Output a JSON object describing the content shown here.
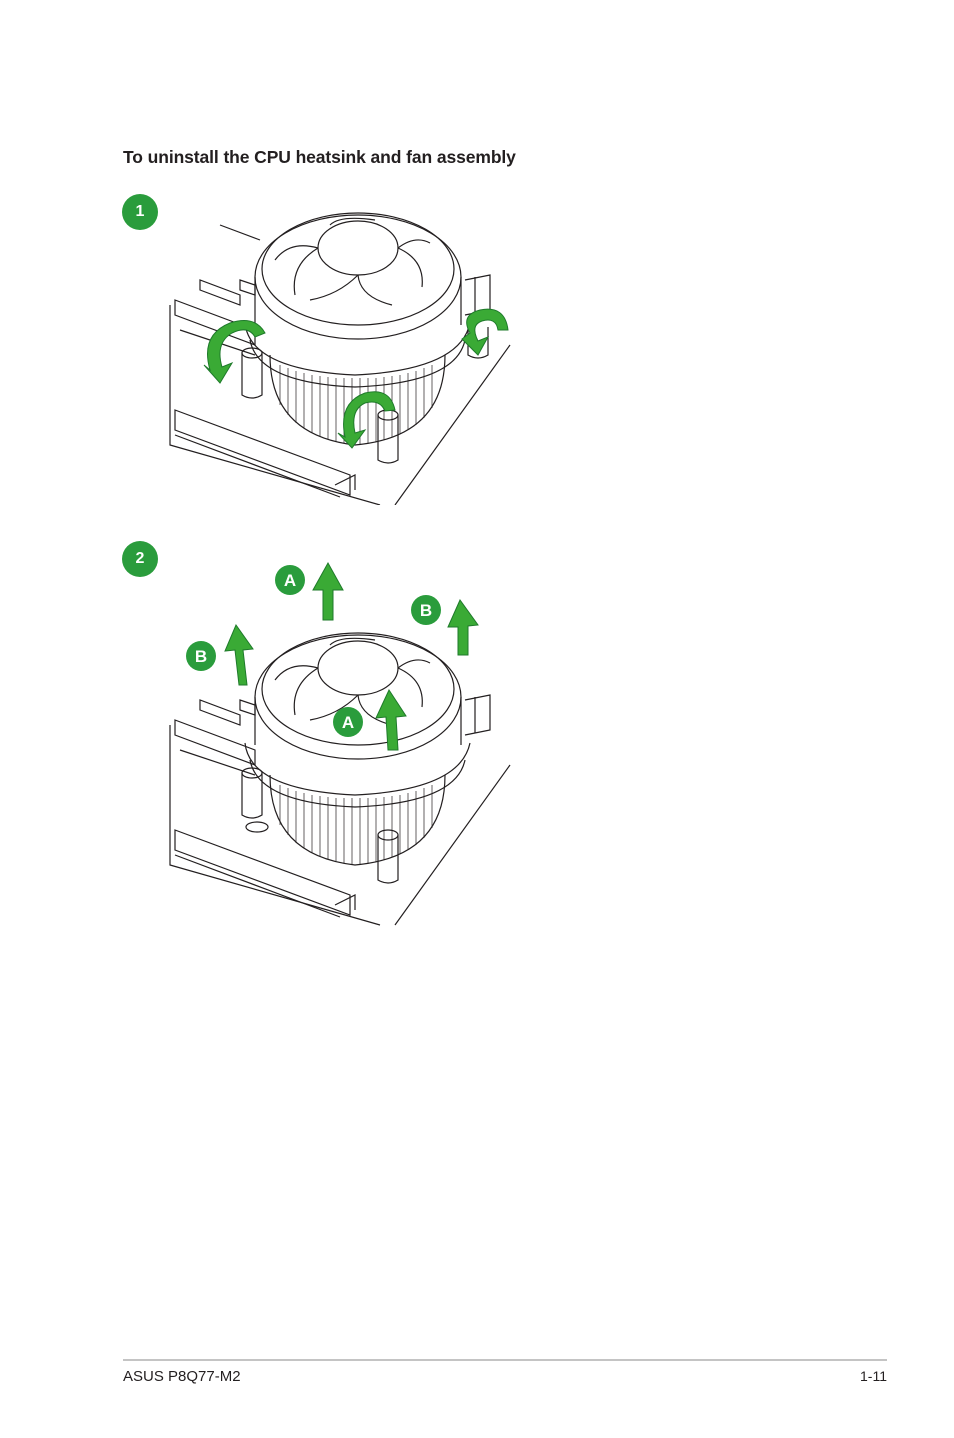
{
  "heading": "To uninstall the CPU heatsink and fan assembly",
  "steps": [
    {
      "number": "1"
    },
    {
      "number": "2"
    }
  ],
  "step2_labels": {
    "a_top": "A",
    "a_fan": "A",
    "b_left": "B",
    "b_right": "B"
  },
  "colors": {
    "accent_green": "#2a9c3c",
    "arrow_green": "#3aaa35",
    "line_art": "#231f20"
  },
  "footer": {
    "product": "ASUS P8Q77-M2",
    "page_number": "1-11"
  }
}
